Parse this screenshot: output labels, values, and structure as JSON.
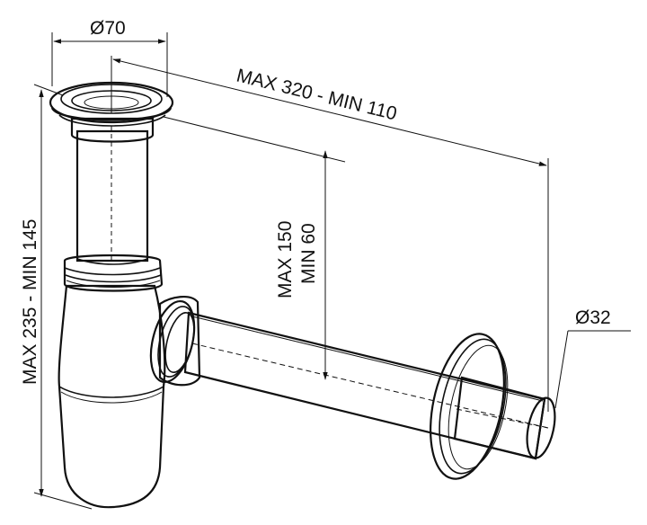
{
  "dimensions": {
    "top_diameter": "Ø70",
    "horizontal_length": "MAX 320 - MIN 110",
    "drop_height_max": "MAX 150",
    "drop_height_min": "MIN 60",
    "total_height": "MAX 235 - MIN 145",
    "outlet_diameter": "Ø32"
  },
  "colors": {
    "line": "#111111",
    "fill": "#ffffff",
    "shade": "#d9d9d9"
  }
}
